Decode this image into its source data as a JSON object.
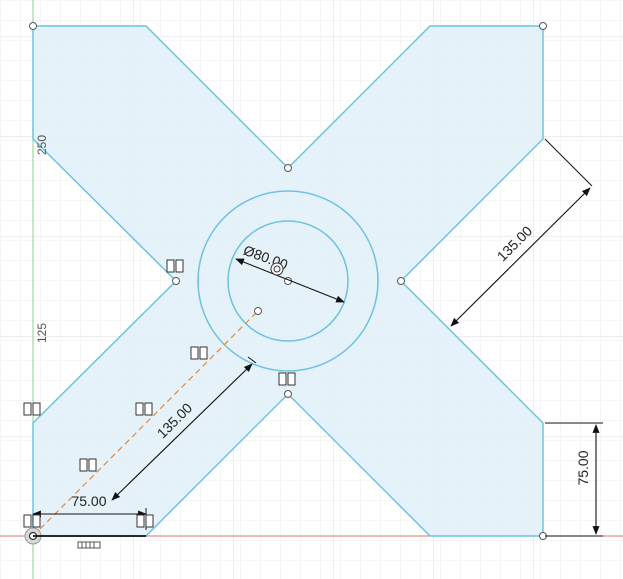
{
  "view": {
    "type": "cad-sketch-canvas",
    "colors": {
      "background": "#ffffff",
      "grid_minor": "#ececec",
      "grid_major": "#dedede",
      "sketch_fill": "#e3f1f8",
      "sketch_line": "#6cc3df",
      "dimension_line": "#111111",
      "construction_line": "#e08a3c",
      "x_axis": "#e07070",
      "y_axis": "#8fd08f",
      "point": "#555555",
      "constraint_icon": "#333333"
    }
  },
  "ruler": {
    "labels": [
      "250",
      "125"
    ]
  },
  "dimensions": {
    "right_arm_width": "135.00",
    "circle_diameter": "Ø80.00",
    "lower_left_arm_width": "135.00",
    "bottom_left_length": "75.00",
    "right_vertical_length": "75.00"
  },
  "icons": {
    "constraint": "horizontal-vertical-constraint-icon",
    "sketch_palette": "sketch-palette-icon",
    "origin": "origin-point-icon"
  }
}
